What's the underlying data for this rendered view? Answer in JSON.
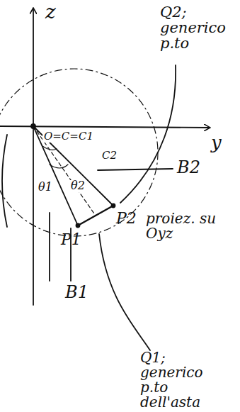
{
  "diagram": {
    "labels": [
      "z",
      "Q2; generico p.to",
      "y",
      "O=C=C1",
      "C2",
      "B2",
      "θ1",
      "θ2",
      "P1",
      "P2",
      "proiez. su Oyz",
      "B1",
      "Q1; generico p.to dell'asta"
    ]
  }
}
